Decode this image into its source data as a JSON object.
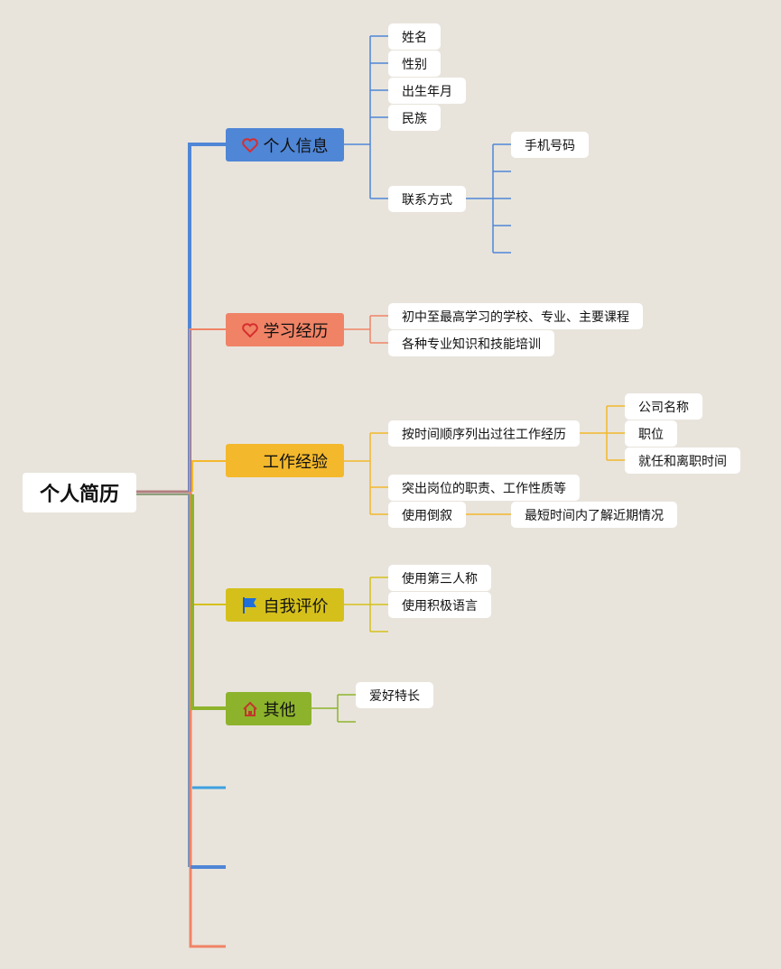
{
  "root": {
    "title": "个人简历"
  },
  "branches": {
    "personal": {
      "label": "个人信息",
      "icon": "heart-icon",
      "color": "#4f86d6"
    },
    "study": {
      "label": "学习经历",
      "icon": "heart-icon",
      "color": "#f08366"
    },
    "work": {
      "label": "工作经验",
      "icon": "",
      "color": "#f3b82c"
    },
    "self_eval": {
      "label": "自我评价",
      "icon": "flag-icon",
      "color": "#d5c01b"
    },
    "other": {
      "label": "其他",
      "icon": "house-icon",
      "color": "#8db32c"
    }
  },
  "personal": {
    "name": "姓名",
    "gender": "性别",
    "birth": "出生年月",
    "ethnicity": "民族",
    "contact": "联系方式",
    "contact_children": {
      "phone": "手机号码"
    }
  },
  "study": {
    "item1": "初中至最高学习的学校、专业、主要课程",
    "item2": "各种专业知识和技能培训"
  },
  "work": {
    "item1": "按时间顺序列出过往工作经历",
    "item1_children": {
      "company": "公司名称",
      "position": "职位",
      "period": "就任和离职时间"
    },
    "item2": "突出岗位的职责、工作性质等",
    "item3": "使用倒叙",
    "item3_children": {
      "recent": "最短时间内了解近期情况"
    }
  },
  "self_eval": {
    "item1": "使用第三人称",
    "item2": "使用积极语言"
  },
  "other": {
    "item1": "爱好特长"
  }
}
